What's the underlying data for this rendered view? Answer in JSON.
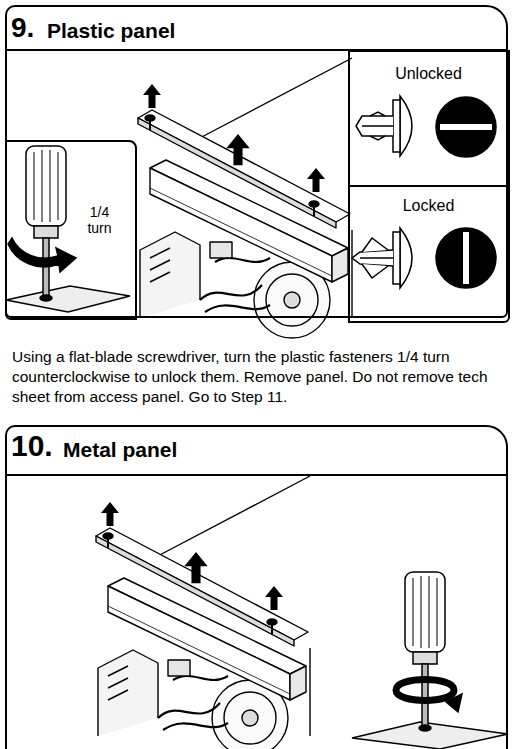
{
  "diagram": {
    "nodes": [
      {
        "text": [
          "9.",
          "Plastic panel"
        ]
      },
      {
        "text": [
          "1/4 turn"
        ],
        "in": 0
      },
      {
        "text": [
          "Unlocked"
        ],
        "in": 0
      },
      {
        "text": [
          "Locked"
        ],
        "in": 0
      },
      {
        "text": [
          "10.",
          "Metal panel"
        ]
      }
    ],
    "labels": [
      "Using a flat-blade screwdriver, turn the plastic fasteners 1/4 turn counterclockwise to unlock them. Remove panel. Do not remove tech sheet from access panel. Go to Step 11."
    ]
  }
}
